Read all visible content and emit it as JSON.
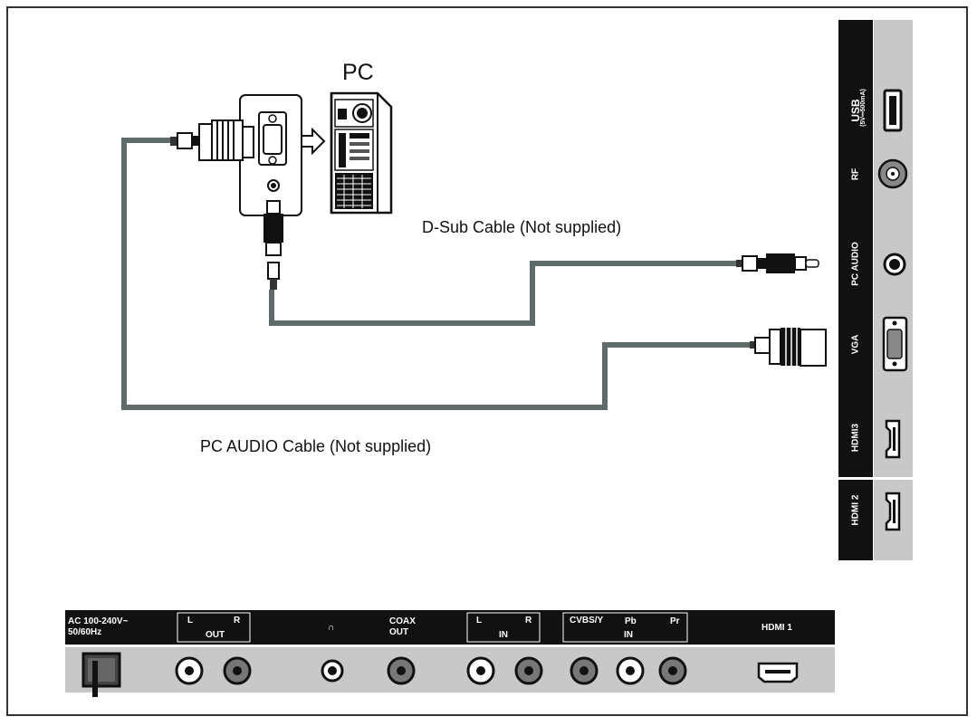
{
  "diagram": {
    "pc_label": "PC",
    "dsub_cable_label": "D-Sub Cable (Not supplied)",
    "pc_audio_cable_label": "PC AUDIO Cable (Not supplied)"
  },
  "side_panel": {
    "usb": "USB",
    "usb_sub": "(5V⎓500mA)",
    "rf": "RF",
    "pc_audio": "PC AUDIO",
    "vga": "VGA",
    "hdmi3": "HDMI3",
    "hdmi2": "HDMI 2"
  },
  "bottom_panel": {
    "ac_line1": "AC 100-240V~",
    "ac_line2": "50/60Hz",
    "out_l": "L",
    "out_r": "R",
    "out": "OUT",
    "headphone": "∩",
    "coax1": "COAX",
    "coax2": "OUT",
    "in_l": "L",
    "in_r": "R",
    "in": "IN",
    "cvbs": "CVBS/Y",
    "pb": "Pb",
    "pr": "Pr",
    "in2": "IN",
    "hdmi1": "HDMI 1"
  },
  "colors": {
    "panel_black": "#111111",
    "panel_grey": "#c8c8c8",
    "cable_grey": "#5f6a6a"
  }
}
